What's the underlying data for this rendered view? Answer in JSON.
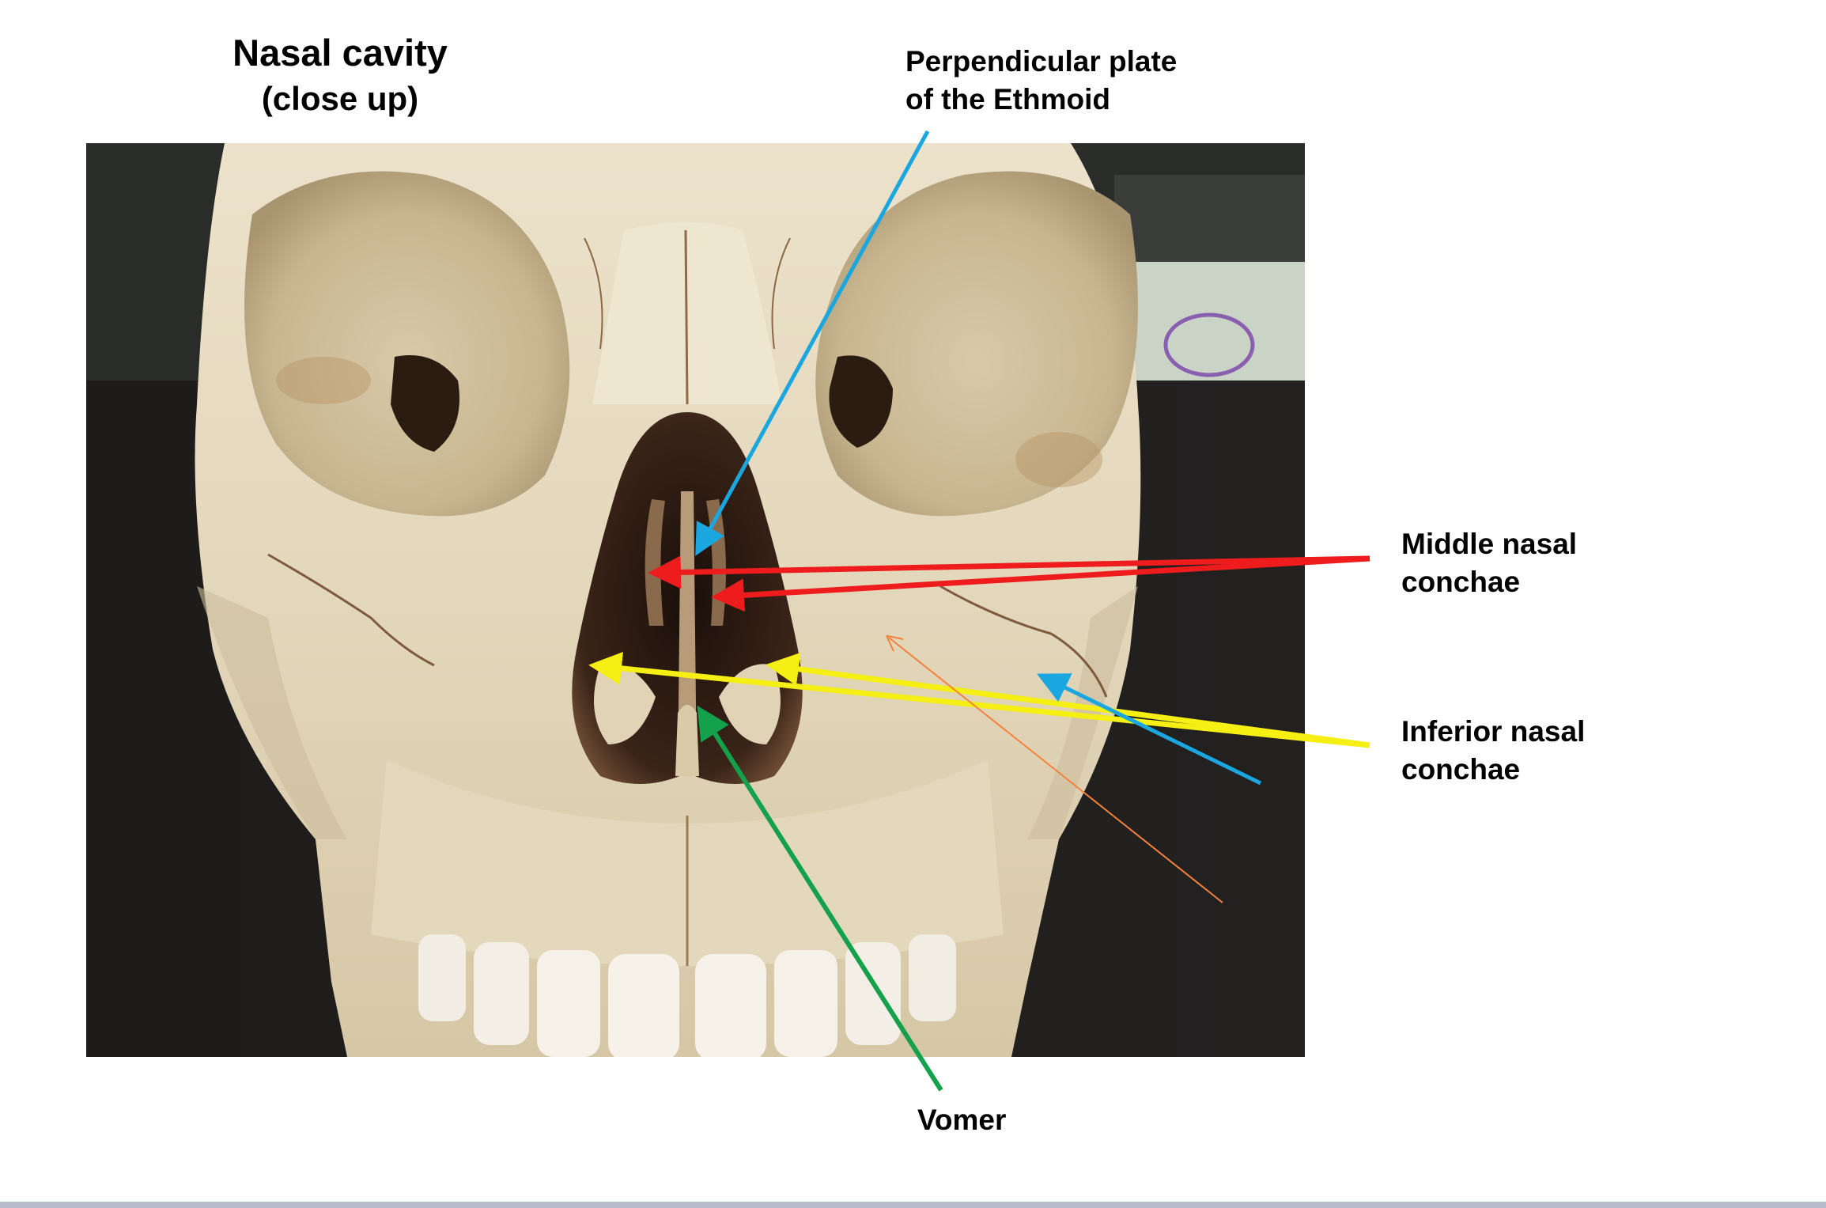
{
  "title": {
    "line1": "Nasal cavity",
    "line2": "(close up)"
  },
  "labels": {
    "perpendicular_plate": {
      "line1": "Perpendicular plate",
      "line2": "of the Ethmoid",
      "arrow_color": "#1aa7e0"
    },
    "middle_nasal_conchae": {
      "line1": "Middle nasal",
      "line2": "conchae",
      "arrow_color": "#ee1c1c"
    },
    "inferior_nasal_conchae": {
      "line1": "Inferior  nasal",
      "line2": "conchae",
      "arrow_color": "#f5ef13"
    },
    "vomer": {
      "line1": "Vomer",
      "arrow_color": "#14a14b"
    }
  },
  "extra_arrows": {
    "cheek_arrow_color": "#1aa7e0",
    "thin_arrow_color": "#f5823c"
  },
  "colors": {
    "bone": "#e7dcc3",
    "bone_shadow": "#c9b895",
    "cavity": "#2a1a12",
    "background_dark": "#1b1a18",
    "background_light": "#cfd8cc",
    "bottom_bar": "#b7bccb"
  }
}
